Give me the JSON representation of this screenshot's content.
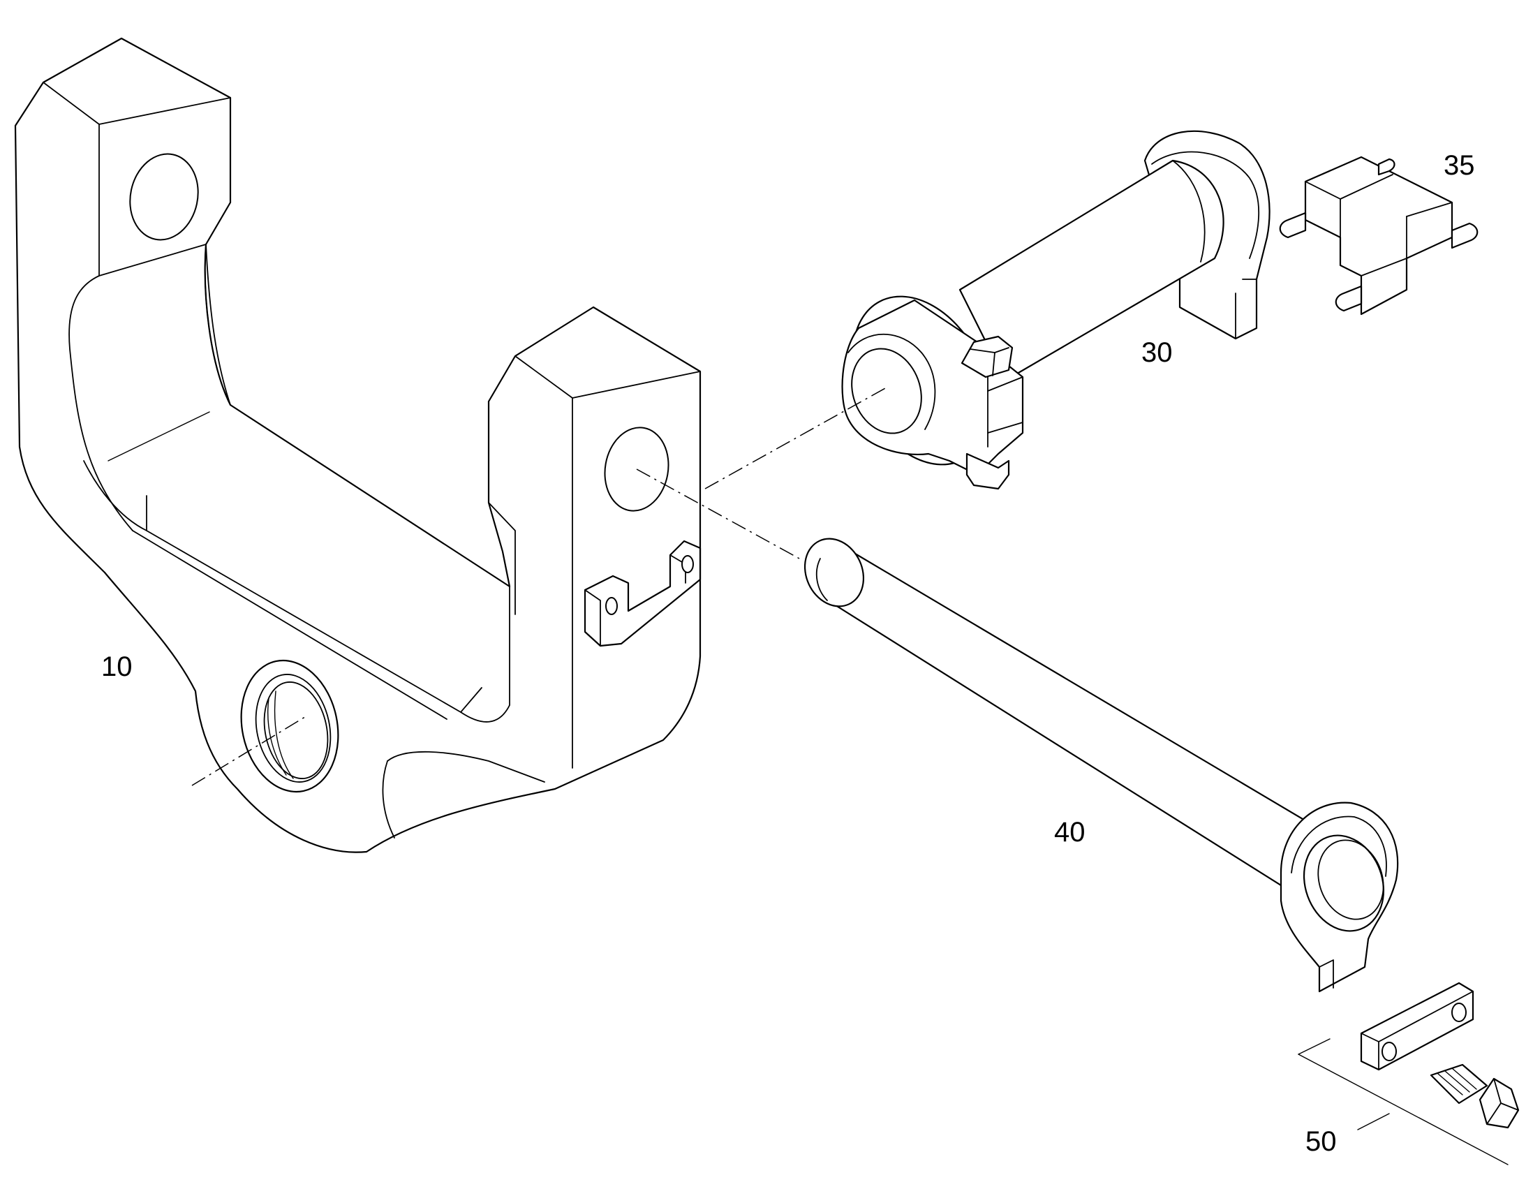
{
  "diagram": {
    "type": "exploded parts diagram",
    "line_color": "#000000",
    "background": "#ffffff",
    "callouts": [
      {
        "id": "10",
        "label": "10"
      },
      {
        "id": "30",
        "label": "30"
      },
      {
        "id": "35",
        "label": "35"
      },
      {
        "id": "40",
        "label": "40"
      },
      {
        "id": "50",
        "label": "50"
      }
    ]
  }
}
